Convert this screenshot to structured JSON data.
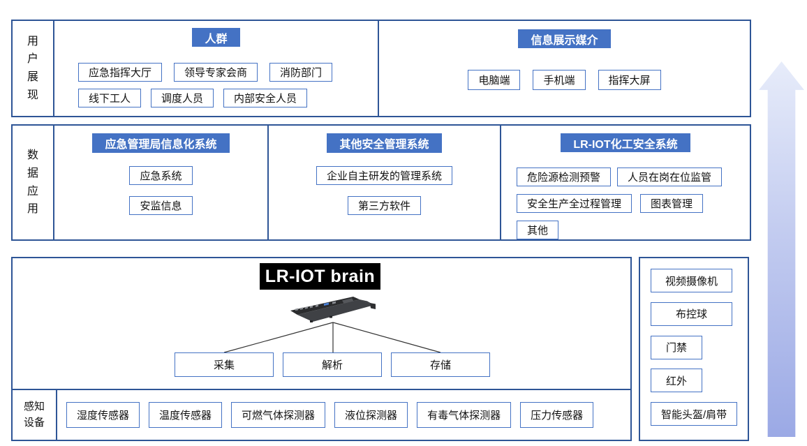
{
  "layer_user": {
    "label": "用户展现",
    "crowd": {
      "header": "人群",
      "row1": [
        "应急指挥大厅",
        "领导专家会商",
        "消防部门"
      ],
      "row2": [
        "线下工人",
        "调度人员",
        "内部安全人员"
      ]
    },
    "media": {
      "header": "信息展示媒介",
      "row1": [
        "电脑端",
        "手机端",
        "指挥大屏"
      ]
    }
  },
  "layer_data": {
    "label": "数据应用",
    "col1": {
      "header": "应急管理局信息化系统",
      "items": [
        "应急系统",
        "安监信息"
      ]
    },
    "col2": {
      "header": "其他安全管理系统",
      "items": [
        "企业自主研发的管理系统",
        "第三方软件"
      ]
    },
    "col3": {
      "header": "LR-IOT化工安全系统",
      "row1": [
        "危险源检测预警",
        "人员在岗在位监管"
      ],
      "row2": [
        "安全生产全过程管理",
        "图表管理"
      ],
      "row3": [
        "其他"
      ]
    }
  },
  "layer_perception": {
    "brain_title": "LR-IOT brain",
    "process": [
      "采集",
      "解析",
      "存储"
    ],
    "label": "感知设备",
    "sensors": [
      "湿度传感器",
      "温度传感器",
      "可燃气体探测器",
      "液位探测器",
      "有毒气体探测器",
      "压力传感器"
    ],
    "devices": [
      "视频摄像机",
      "布控球",
      "门禁",
      "红外",
      "智能头盔/肩带"
    ]
  },
  "colors": {
    "accent_blue": "#4472C4",
    "section_border": "#2E5596",
    "brain_bg": "#000000",
    "arrow_top": "#E7ECFA",
    "arrow_bottom": "#9BA9E5"
  }
}
